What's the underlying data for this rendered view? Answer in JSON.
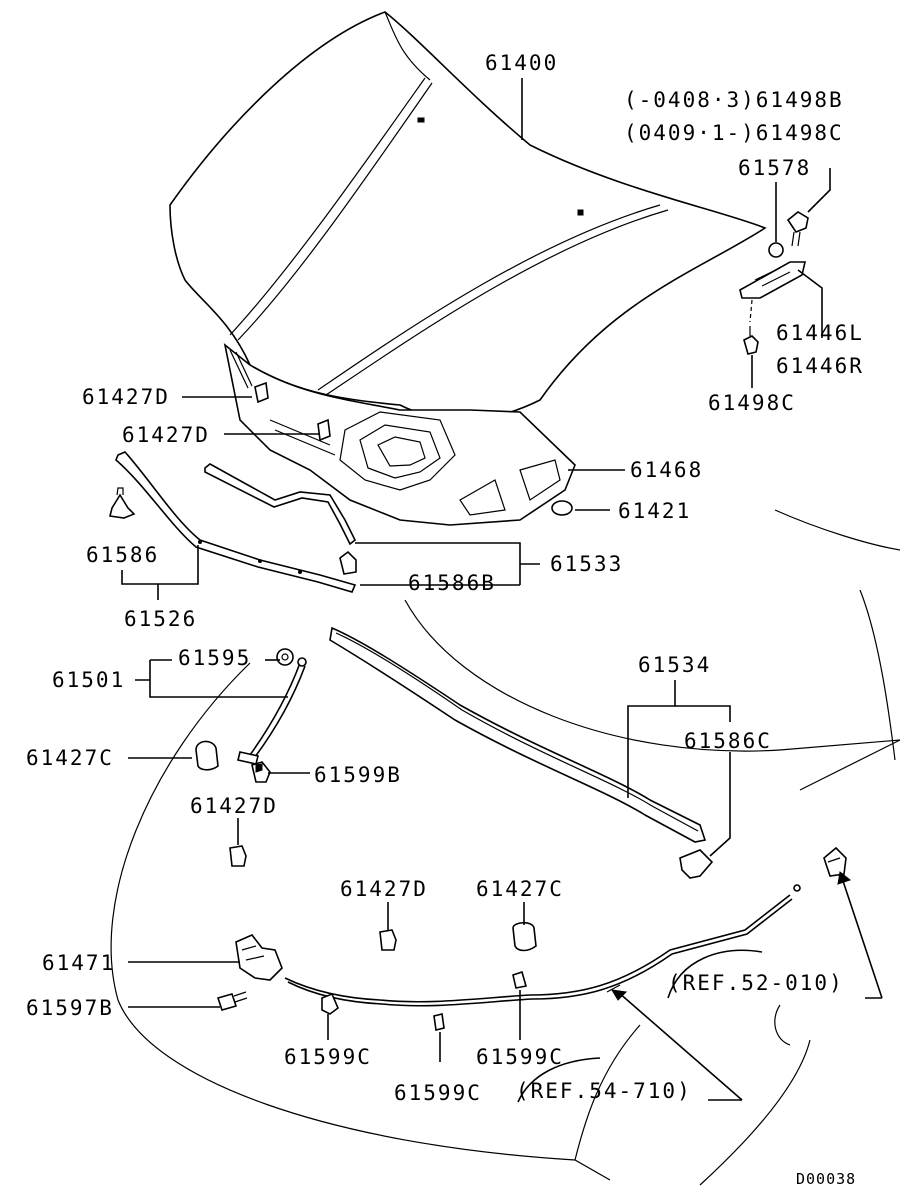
{
  "labels": {
    "hood": "61400",
    "hinge_bolt_b": "(-0408·3)61498B",
    "hinge_bolt_c": "(0409·1-)61498C",
    "hinge_nut": "61578",
    "hinge_l": "61446L",
    "hinge_r": "61446R",
    "hinge_bolt_lower": "61498C",
    "bumper_d_upper": "61427D",
    "bumper_d_mid": "61427D",
    "insulator": "61468",
    "clip_61421": "61421",
    "clip_61586": "61586",
    "front_seal": "61526",
    "rear_seal": "61533",
    "clip_61586b": "61586B",
    "grommet": "61595",
    "prop_rod": "61501",
    "bumper_c_left": "61427C",
    "clip_61599b": "61599B",
    "bumper_d_left": "61427D",
    "weatherstrip": "61534",
    "clip_61586c": "61586C",
    "bumper_d_center": "61427D",
    "bumper_c_center": "61427C",
    "latch": "61471",
    "latch_bolt": "61597B",
    "clip_61599c_left": "61599C",
    "clip_61599c_mid": "61599C",
    "clip_61599c_right": "61599C",
    "ref_52": "(REF.52-010)",
    "ref_54": "(REF.54-710)",
    "diagram_code": "D00038"
  }
}
